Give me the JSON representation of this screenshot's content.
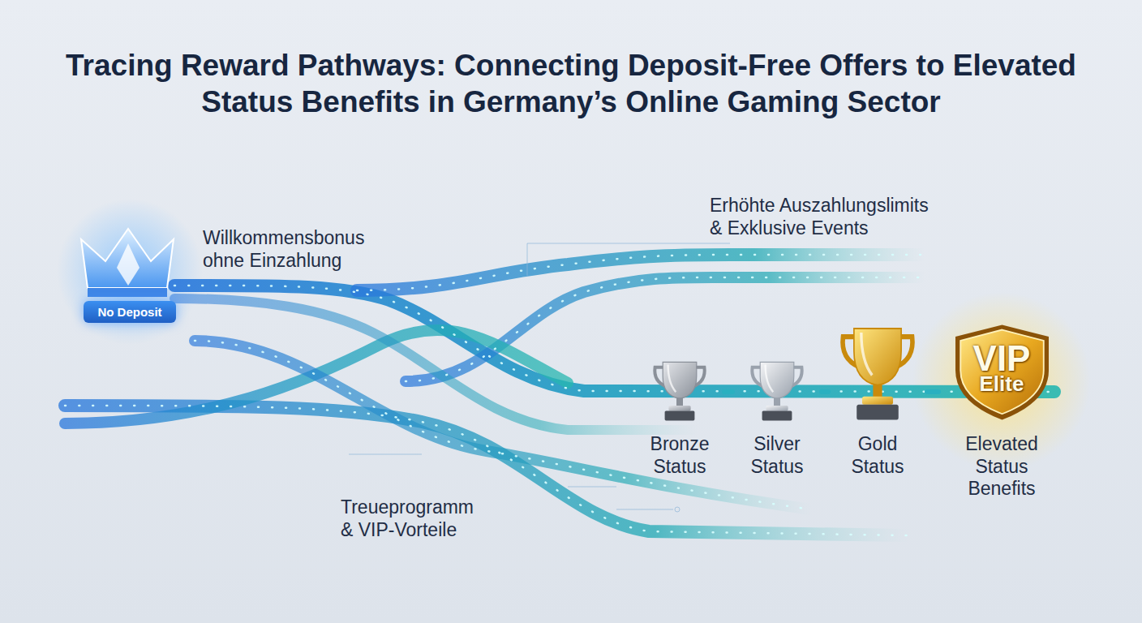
{
  "diagram": {
    "title": "Tracing Reward Pathways: Connecting Deposit-Free Offers to Elevated Status Benefits in Germany’s Online Gaming Sector",
    "nodes": [
      {
        "text": [
          "No Deposit"
        ]
      },
      {
        "text": [
          "Bronze Status"
        ]
      },
      {
        "text": [
          "Silver Status"
        ]
      },
      {
        "text": [
          "Gold Status"
        ]
      },
      {
        "text": [
          "VIP",
          "Elite",
          "Elevated Status Benefits"
        ]
      }
    ],
    "edges": [
      {
        "from": 1,
        "to": 2,
        "arrow": "none"
      },
      {
        "from": 2,
        "to": 3,
        "arrow": "none"
      },
      {
        "from": 3,
        "to": 4,
        "arrow": "none"
      }
    ],
    "labels": [
      "Willkommensbonus ohne Einzahlung",
      "Erhöhte Auszahlungslimits & Exklusive Events",
      "Treueprogramm & VIP-Vorteile"
    ]
  }
}
